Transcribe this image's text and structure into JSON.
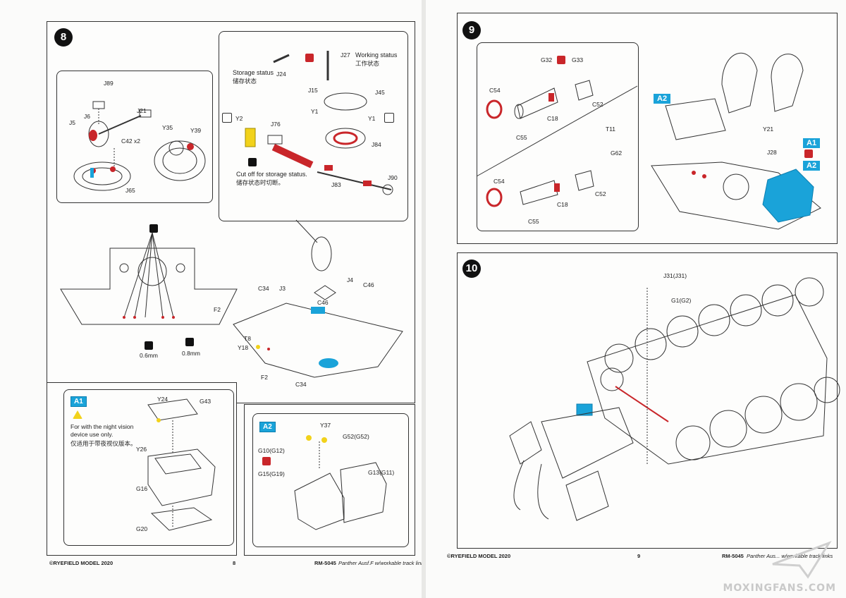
{
  "left_page": {
    "step8": {
      "number": "8",
      "inset1_labels": {
        "j89": "J89",
        "j21": "J21",
        "j5": "J5",
        "j6": "J6",
        "c42": "C42 x2",
        "y35": "Y35",
        "y39": "Y39",
        "j65": "J65"
      },
      "inset2_labels": {
        "storage_status": "Storage status",
        "storage_status_cn": "储存状态",
        "j24": "J24",
        "j27": "J27",
        "working_status": "Working status",
        "working_status_cn": "工作状态",
        "j15": "J15",
        "j45": "J45",
        "y2": "Y2",
        "j76": "J76",
        "y1a": "Y1",
        "y1b": "Y1",
        "j84": "J84",
        "cut_off": "Cut off for storage status.",
        "cut_off_cn": "储存状态时切断。",
        "j83": "J83",
        "j90": "J90"
      },
      "main_labels": {
        "f2_left": "F2",
        "drill_06": "0.6mm",
        "drill_08": "0.8mm",
        "c34_top": "C34",
        "j3": "J3",
        "j4": "J4",
        "c46_top": "C46",
        "c46": "C46",
        "t8": "T8",
        "y18": "Y18",
        "f2": "F2",
        "c34": "C34"
      }
    },
    "a1": {
      "tag": "A1",
      "note_en": "For with the night vision device use only.",
      "note_cn": "仅适用于带夜视仪版本。",
      "labels": {
        "y24": "Y24",
        "g43": "G43",
        "y26": "Y26",
        "g16": "G16",
        "g20": "G20"
      }
    },
    "a2": {
      "tag": "A2",
      "labels": {
        "y37": "Y37",
        "g52": "G52(G52)",
        "g10": "G10(G12)",
        "g15": "G15(G19)",
        "g13": "G13(G11)"
      }
    },
    "footer": {
      "copyright": "©RYEFIELD MODEL 2020",
      "page": "8",
      "kit_code": "RM-5045",
      "kit_name": "Panther Ausf.F w/workable track links"
    }
  },
  "right_page": {
    "step9": {
      "number": "9",
      "labels": {
        "g32": "G32",
        "g33": "G33",
        "c54a": "C54",
        "c52a": "C52",
        "c18a": "C18",
        "c55a": "C55",
        "t11": "T11",
        "g62": "G62",
        "c54b": "C54",
        "c52b": "C52",
        "c18b": "C18",
        "c55b": "C55",
        "a2a": "A2",
        "y21": "Y21",
        "j28": "J28",
        "a1": "A1",
        "a2b": "A2"
      }
    },
    "step10": {
      "number": "10",
      "labels": {
        "j31": "J31(J31)",
        "g1": "G1(G2)"
      }
    },
    "footer": {
      "copyright": "©RYEFIELD MODEL 2020",
      "page": "9",
      "kit_code": "RM-5045",
      "kit_name": "Panther Aus... w/workable track links"
    }
  },
  "watermark": "MOXINGFANS.COM",
  "colors": {
    "accent_blue": "#1aa3d9",
    "accent_red": "#c9262a",
    "highlight_yellow": "#f2d21b",
    "line": "#333333"
  }
}
